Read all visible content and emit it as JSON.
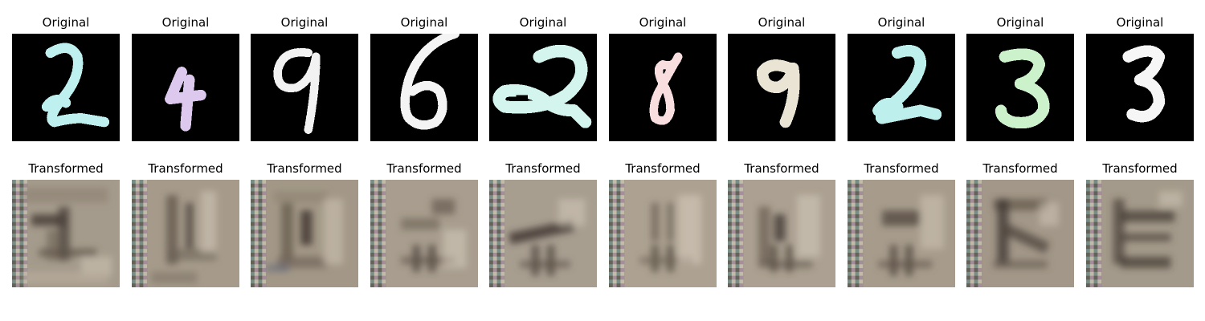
{
  "figure": {
    "rows": [
      {
        "kind": "original",
        "panels": [
          {
            "title": "Original",
            "digit": "2",
            "color": "#bff0f0"
          },
          {
            "title": "Original",
            "digit": "4",
            "color": "#ddc8ee"
          },
          {
            "title": "Original",
            "digit": "9",
            "color": "#f2f2f2"
          },
          {
            "title": "Original",
            "digit": "6",
            "color": "#f4f4f4"
          },
          {
            "title": "Original",
            "digit": "2",
            "color": "#d4f4ee"
          },
          {
            "title": "Original",
            "digit": "8",
            "color": "#f8dede"
          },
          {
            "title": "Original",
            "digit": "9",
            "color": "#e9e4d4"
          },
          {
            "title": "Original",
            "digit": "2",
            "color": "#bdf0ec"
          },
          {
            "title": "Original",
            "digit": "3",
            "color": "#cbf2cb"
          },
          {
            "title": "Original",
            "digit": "3",
            "color": "#f6f6f6"
          }
        ]
      },
      {
        "kind": "transformed",
        "panels": [
          {
            "title": "Transformed"
          },
          {
            "title": "Transformed"
          },
          {
            "title": "Transformed"
          },
          {
            "title": "Transformed"
          },
          {
            "title": "Transformed"
          },
          {
            "title": "Transformed"
          },
          {
            "title": "Transformed"
          },
          {
            "title": "Transformed"
          },
          {
            "title": "Transformed"
          },
          {
            "title": "Transformed"
          }
        ]
      }
    ],
    "colors": {
      "original_background": "#000000",
      "transformed_base": "#a59b8c",
      "transformed_dark": "#4a4038",
      "transformed_light": "#d3c9ba"
    }
  }
}
